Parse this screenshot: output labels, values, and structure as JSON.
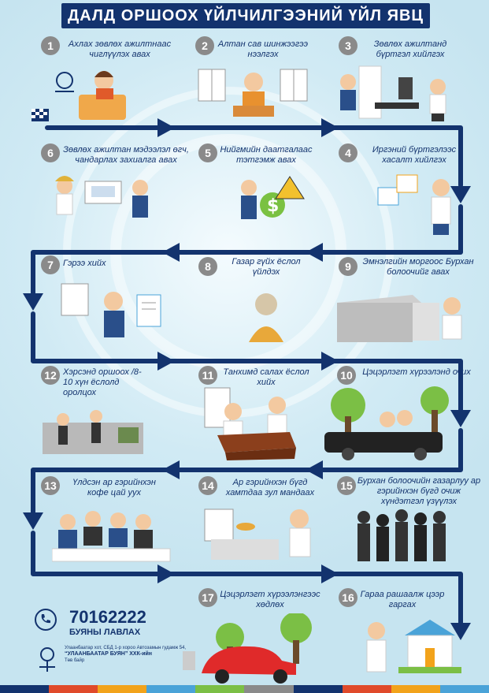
{
  "title": "ДАЛД ОРШООХ ҮЙЛЧИЛГЭЭНИЙ ҮЙЛ ЯВЦ",
  "steps": [
    {
      "n": "1",
      "text": "Ахлах зөвлөх ажилтнаас чиглүүлэх авах"
    },
    {
      "n": "2",
      "text": "Алтан сав шинжээгээ нээлгэх"
    },
    {
      "n": "3",
      "text": "Зөвлөх ажилтанд бүртгэл хийлгэх"
    },
    {
      "n": "4",
      "text": "Иргэний бүртгэлээс хасалт хийлгэх"
    },
    {
      "n": "5",
      "text": "Нийгмийн даатгалаас тэтгэмж авах"
    },
    {
      "n": "6",
      "text": "Зөвлөх ажилтан мэдээлэл өгч, чандарлах захиалга авах"
    },
    {
      "n": "7",
      "text": "Гэрээ хийх"
    },
    {
      "n": "8",
      "text": "Газар гүйх ёслол үйлдэх"
    },
    {
      "n": "9",
      "text": "Эмнэлгийн моргоос Бурхан болоочийг авах"
    },
    {
      "n": "10",
      "text": "Цэцэрлэгт хүрээлэнд очих"
    },
    {
      "n": "11",
      "text": "Танхимд салах ёслол хийх"
    },
    {
      "n": "12",
      "text": "Хэрсэнд оршоох /8-10 хүн ёслолд оролцох"
    },
    {
      "n": "13",
      "text": "Үлдсэн ар гэрийнхэн кофе цай уух"
    },
    {
      "n": "14",
      "text": "Ар гэрийнхэн бүгд хамтдаа зул мандаах"
    },
    {
      "n": "15",
      "text": "Бурхан болоочийн газарлуу ар гэрийнхэн бүгд очиж хүндэтгэл үзүүлэх"
    },
    {
      "n": "16",
      "text": "Гараа рашаалж цээр гаргах"
    },
    {
      "n": "17",
      "text": "Цэцэрлэгт хүрээлэнгээс хөдлөх"
    }
  ],
  "footer": {
    "phone": "70162222",
    "phone_caption": "БУЯНЫ ЛАВЛАХ",
    "address": "Улаанбаатар хот, СБД 1-р хороо Автозамын гудамж 54,",
    "company": "“УЛААНБААТАР БУЯН” ХХК-ийн",
    "address_tail": "Төв байр"
  },
  "colors": {
    "brand": "#13336e",
    "number_badge": "#8a8a8a",
    "background": "#d8eef6",
    "strip": [
      "#13336e",
      "#e04a2a",
      "#f2a31b",
      "#4aa3d8",
      "#7bbf45",
      "#8a8a8a",
      "#13336e",
      "#e04a2a",
      "#f2a31b",
      "#4aa3d8"
    ]
  },
  "icons": [
    "phone-icon",
    "logo-icon",
    "checkered-flag-icon",
    "dollar-icon",
    "house-icon",
    "car-icon",
    "coffin-icon",
    "tree-icon"
  ]
}
